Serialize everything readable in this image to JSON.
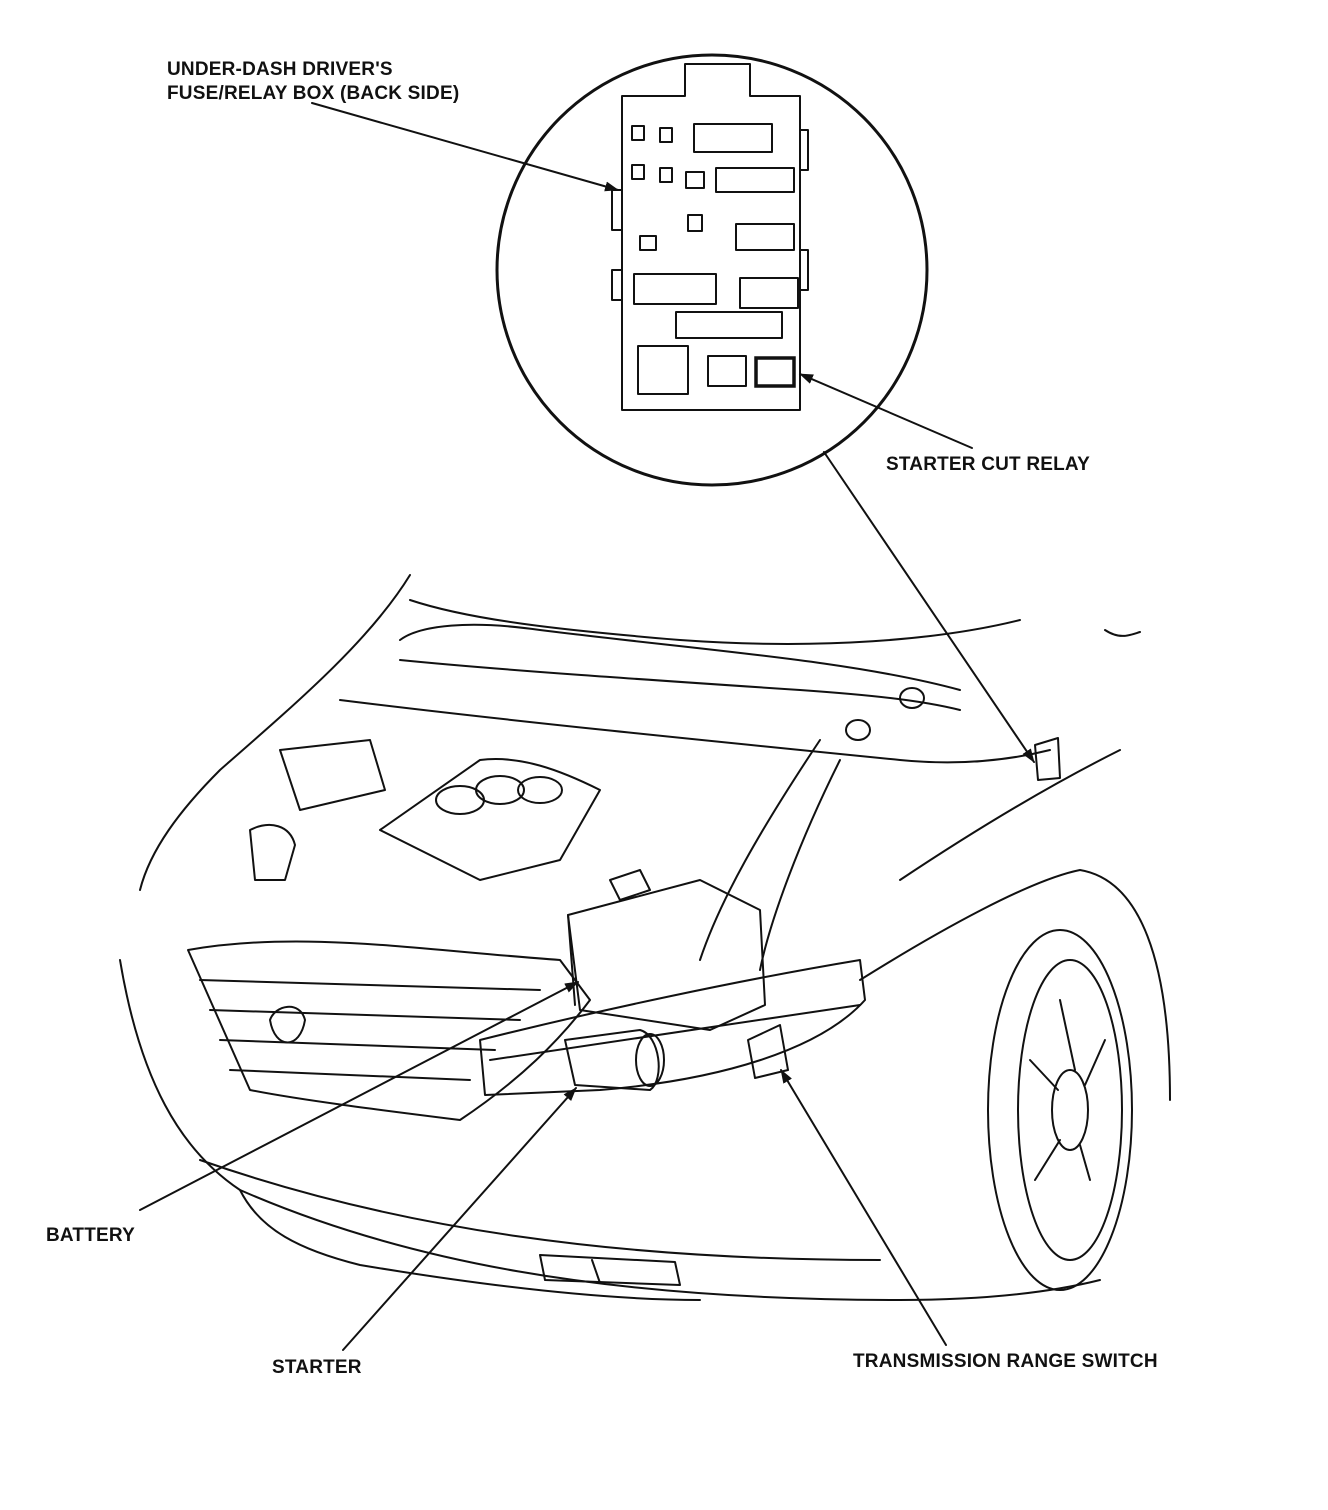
{
  "labels": {
    "fuse_box": [
      "UNDER-DASH DRIVER'S",
      "FUSE/RELAY BOX (BACK SIDE)"
    ],
    "starter_cut_relay": "STARTER CUT RELAY",
    "battery": "BATTERY",
    "starter": "STARTER",
    "transmission_range_switch": "TRANSMISSION RANGE SWITCH"
  }
}
